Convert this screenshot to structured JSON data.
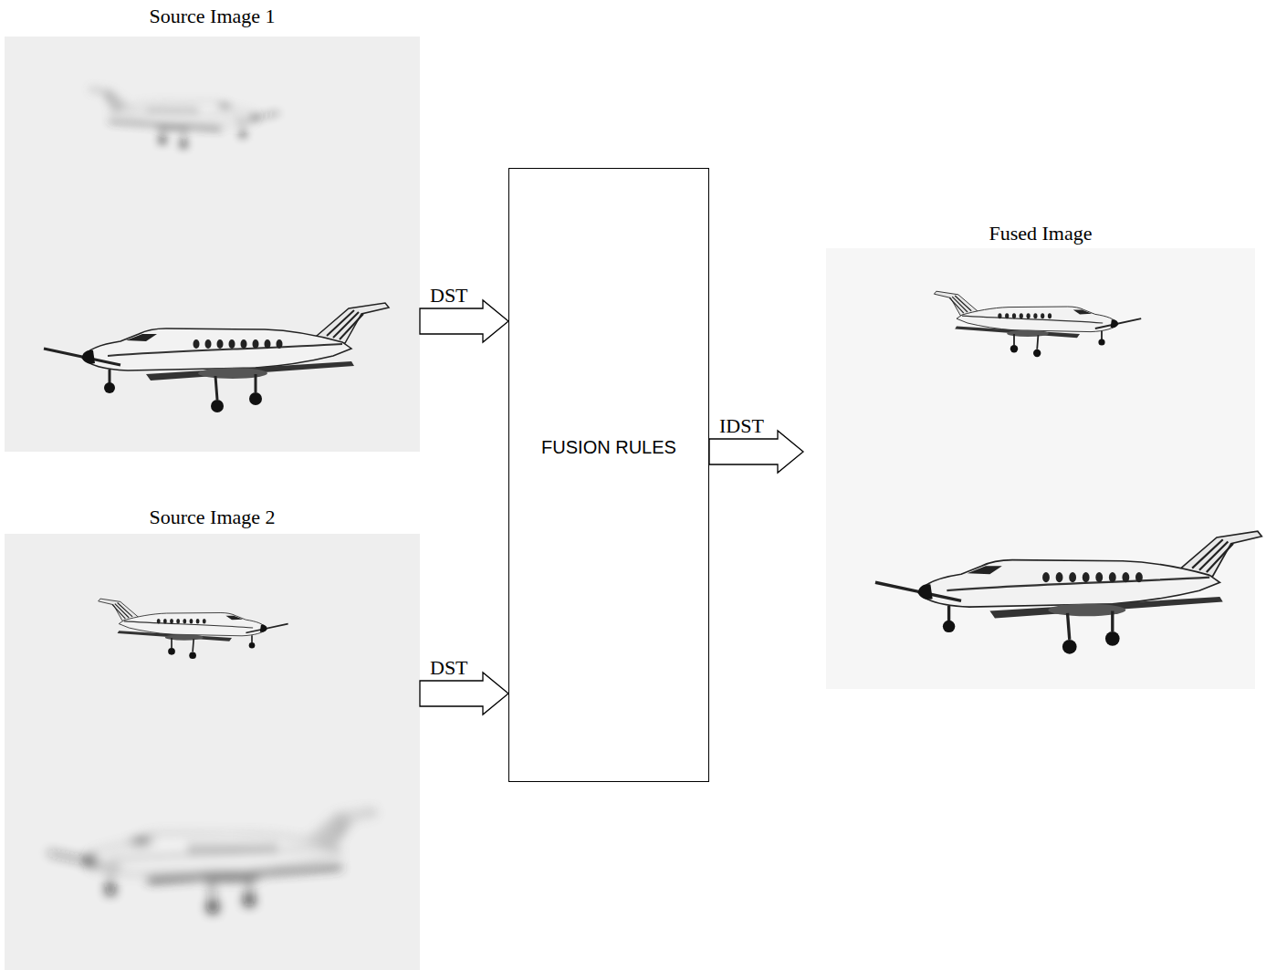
{
  "diagram": {
    "nodes": [
      {
        "text": [
          "Source Image 1"
        ]
      },
      {
        "text": [
          "Source Image 2"
        ]
      },
      {
        "text": [
          "FUSION RULES"
        ]
      },
      {
        "text": [
          "Fused Image"
        ]
      }
    ],
    "edges": [
      {
        "from": 0,
        "to": 2,
        "arrow": "to",
        "label": "DST"
      },
      {
        "from": 1,
        "to": 2,
        "arrow": "to",
        "label": "DST"
      },
      {
        "from": 2,
        "to": 3,
        "arrow": "to",
        "label": "IDST"
      }
    ]
  }
}
